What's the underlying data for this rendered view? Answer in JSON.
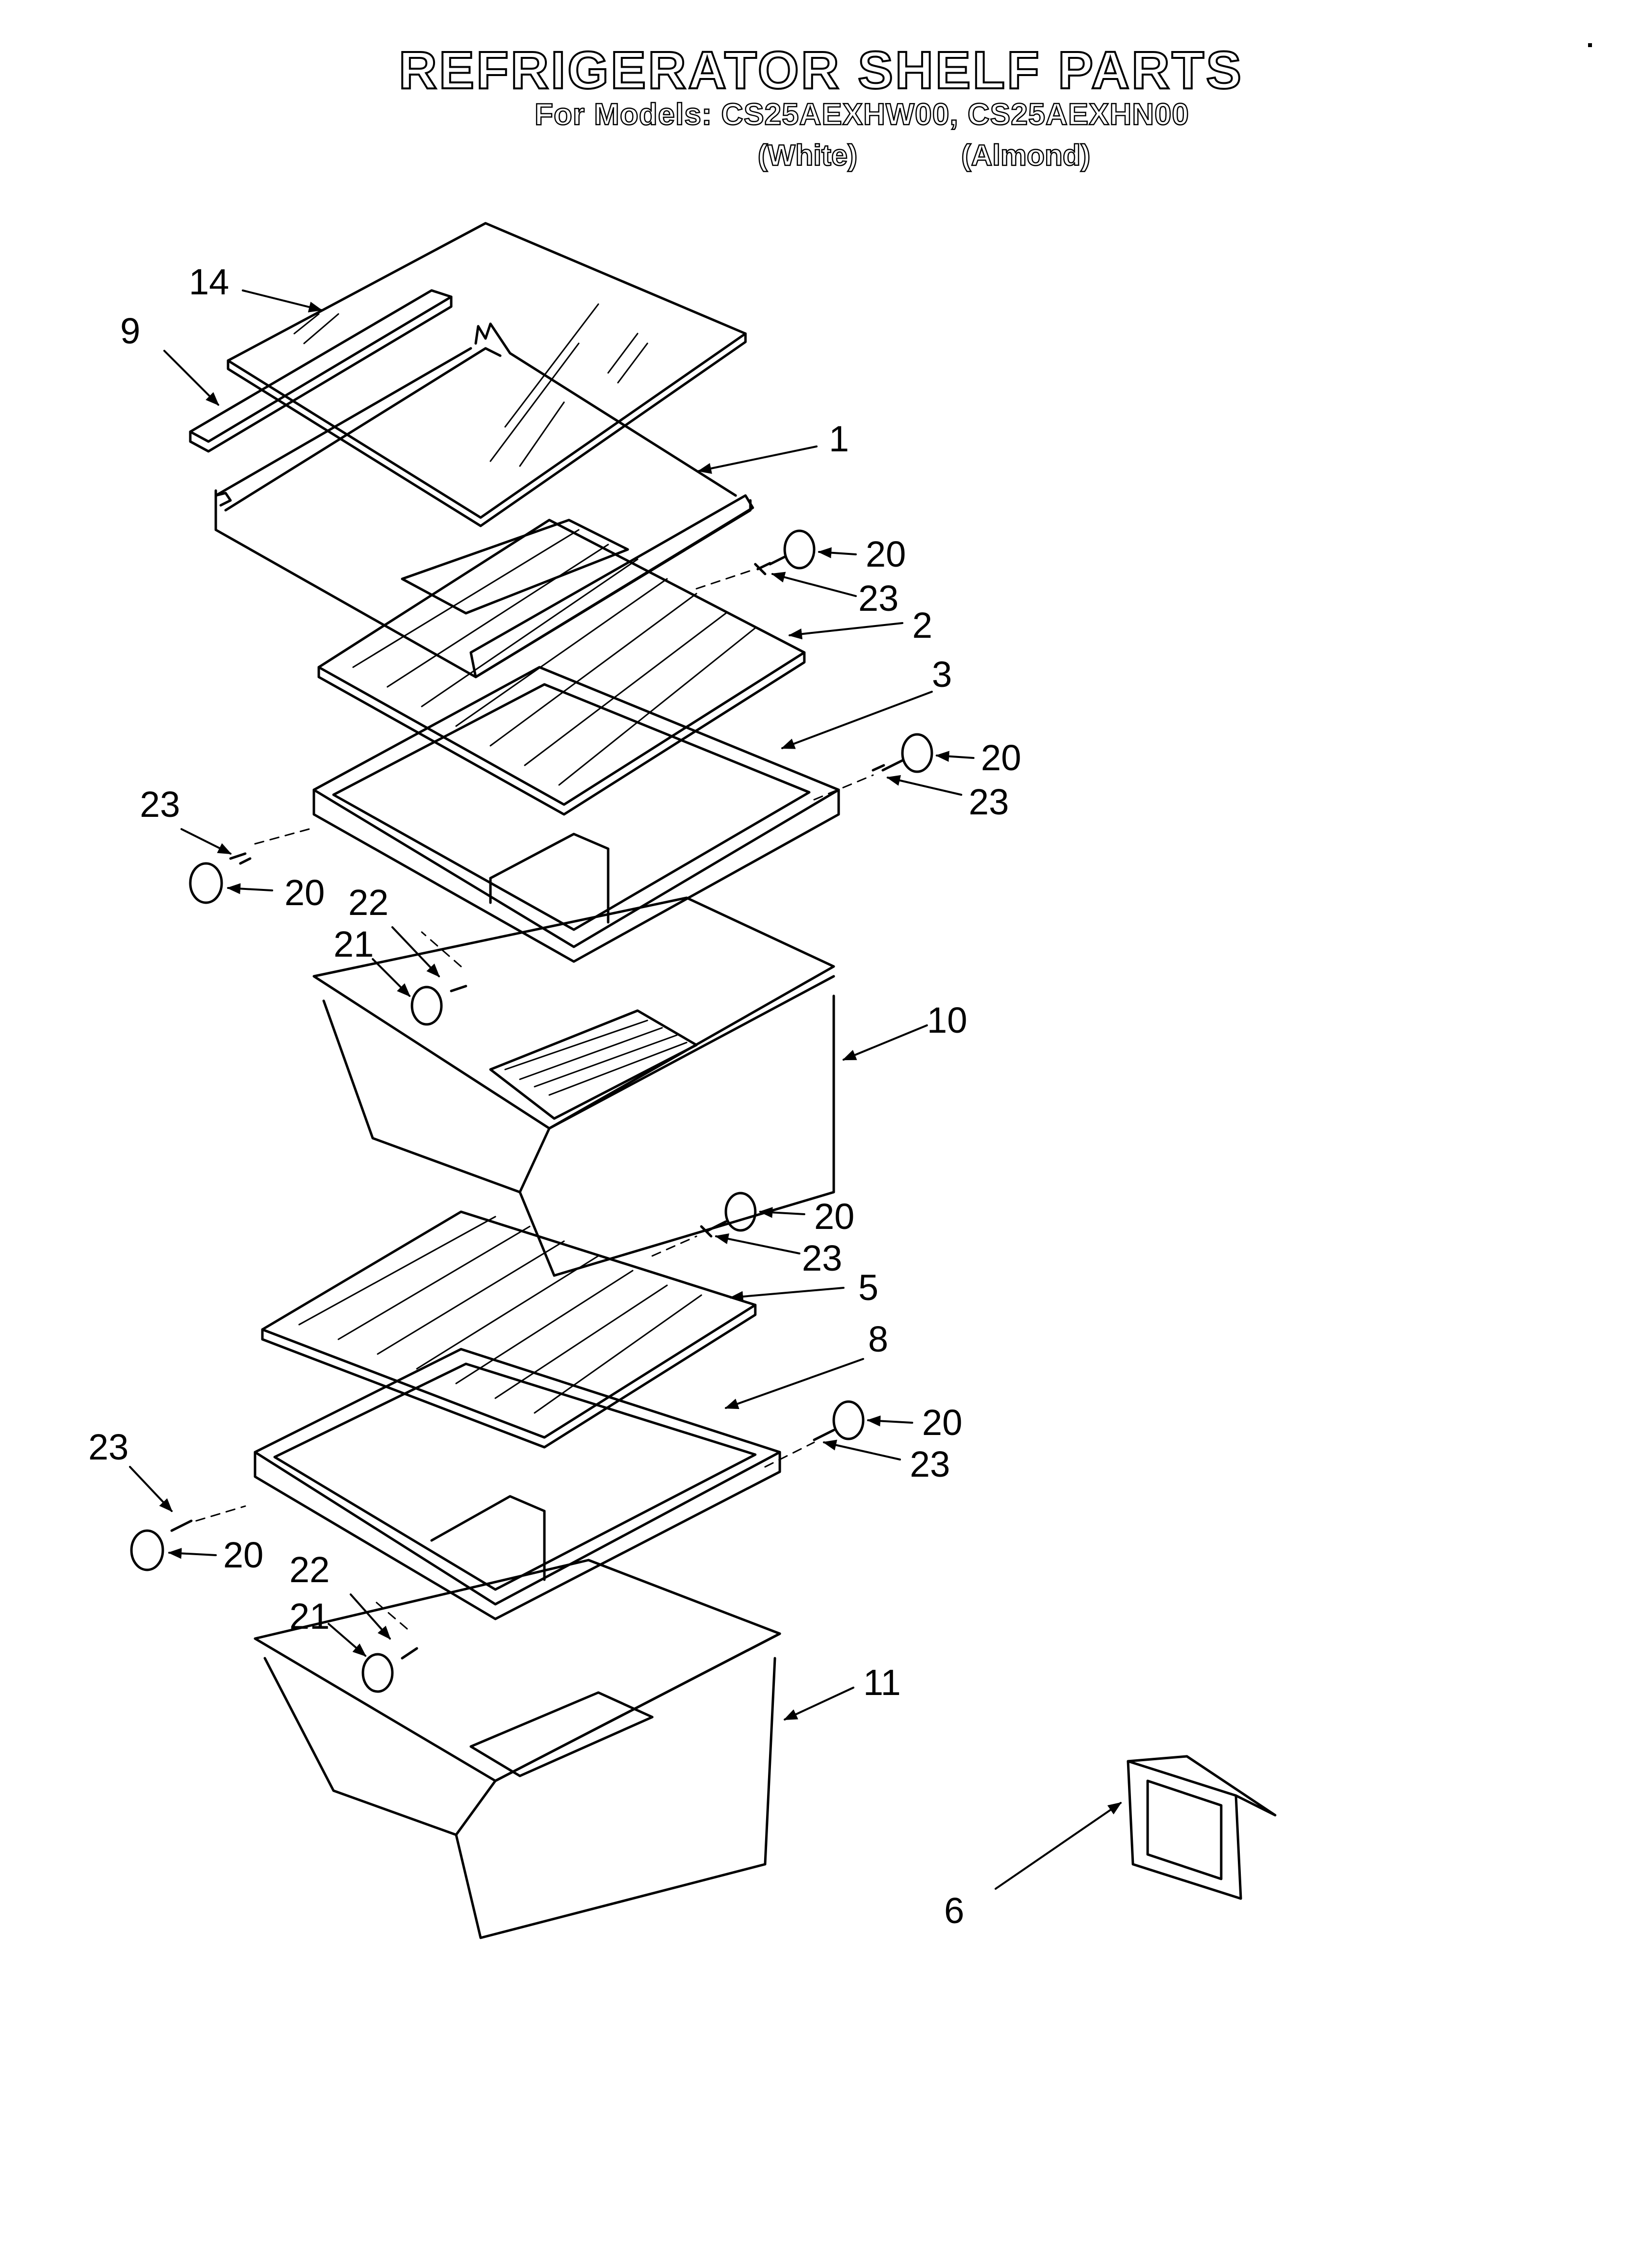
{
  "header": {
    "title": "REFRIGERATOR SHELF PARTS",
    "models_line": "For Models: CS25AEXHW00, CS25AEXHN00",
    "finish_white": "(White)",
    "finish_almond": "(Almond)"
  },
  "callouts": {
    "p14": "14",
    "p9": "9",
    "p1": "1",
    "p20a": "20",
    "p23a": "23",
    "p2": "2",
    "p3": "3",
    "p20b": "20",
    "p23b": "23",
    "p23c": "23",
    "p20c": "20",
    "p22a": "22",
    "p21a": "21",
    "p10": "10",
    "p20d": "20",
    "p23d": "23",
    "p5": "5",
    "p8": "8",
    "p20e": "20",
    "p23e": "23",
    "p23f": "23",
    "p20f": "20",
    "p22b": "22",
    "p21b": "21",
    "p11": "11",
    "p6": "6"
  },
  "colors": {
    "line": "#000000",
    "paper": "#ffffff"
  }
}
